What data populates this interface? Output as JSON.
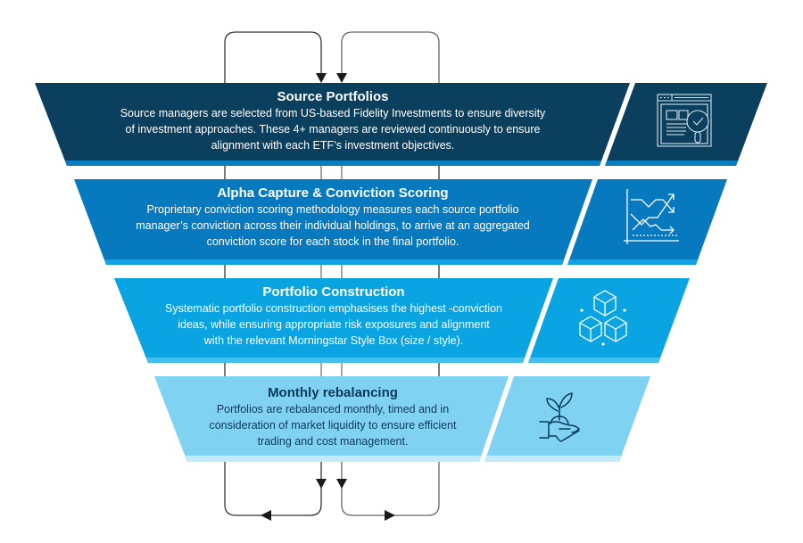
{
  "diagram": {
    "type": "process-funnel",
    "flow": {
      "top": "two feedback loops feed down into Source Portfolios",
      "bottom": "two loops exit from Monthly rebalancing and branch left and right"
    },
    "stages": [
      {
        "title": "Source Portfolios",
        "lines": [
          "Source managers are selected from US-based Fidelity Investments to ensure diversity",
          "of investment approaches. These 4+ managers are reviewed continuously to ensure",
          "alignment with each ETF’s investment objectives."
        ],
        "icon": "web-page-magnifier-check-icon",
        "color": "#0b3f5e",
        "accent": "#0a7cc1",
        "text_color": "#ffffff"
      },
      {
        "title": "Alpha Capture & Conviction Scoring",
        "lines": [
          "Proprietary conviction scoring methodology measures each source portfolio",
          "manager’s conviction across their individual holdings, to arrive at an aggregated",
          "conviction score for each stock in the final portfolio."
        ],
        "icon": "trend-lines-chart-icon",
        "color": "#0779bf",
        "accent": "#10a2e2",
        "text_color": "#ffffff"
      },
      {
        "title": "Portfolio Construction",
        "lines": [
          "Systematic portfolio construction emphasises the highest -conviction",
          "ideas, while ensuring appropriate risk exposures and alignment",
          "with the relevant Morningstar Style Box (size / style)."
        ],
        "icon": "stacked-cubes-icon",
        "color": "#0aa4e3",
        "accent": "#45bfec",
        "text_color": "#ffffff"
      },
      {
        "title": "Monthly rebalancing",
        "lines": [
          "Portfolios are rebalanced monthly, timed and in",
          "consideration of market liquidity to ensure efficient",
          "trading and cost management."
        ],
        "icon": "hand-holding-plant-icon",
        "color": "#80d2f2",
        "accent": "#c2eaf9",
        "text_color": "#0b3a5c"
      }
    ]
  }
}
